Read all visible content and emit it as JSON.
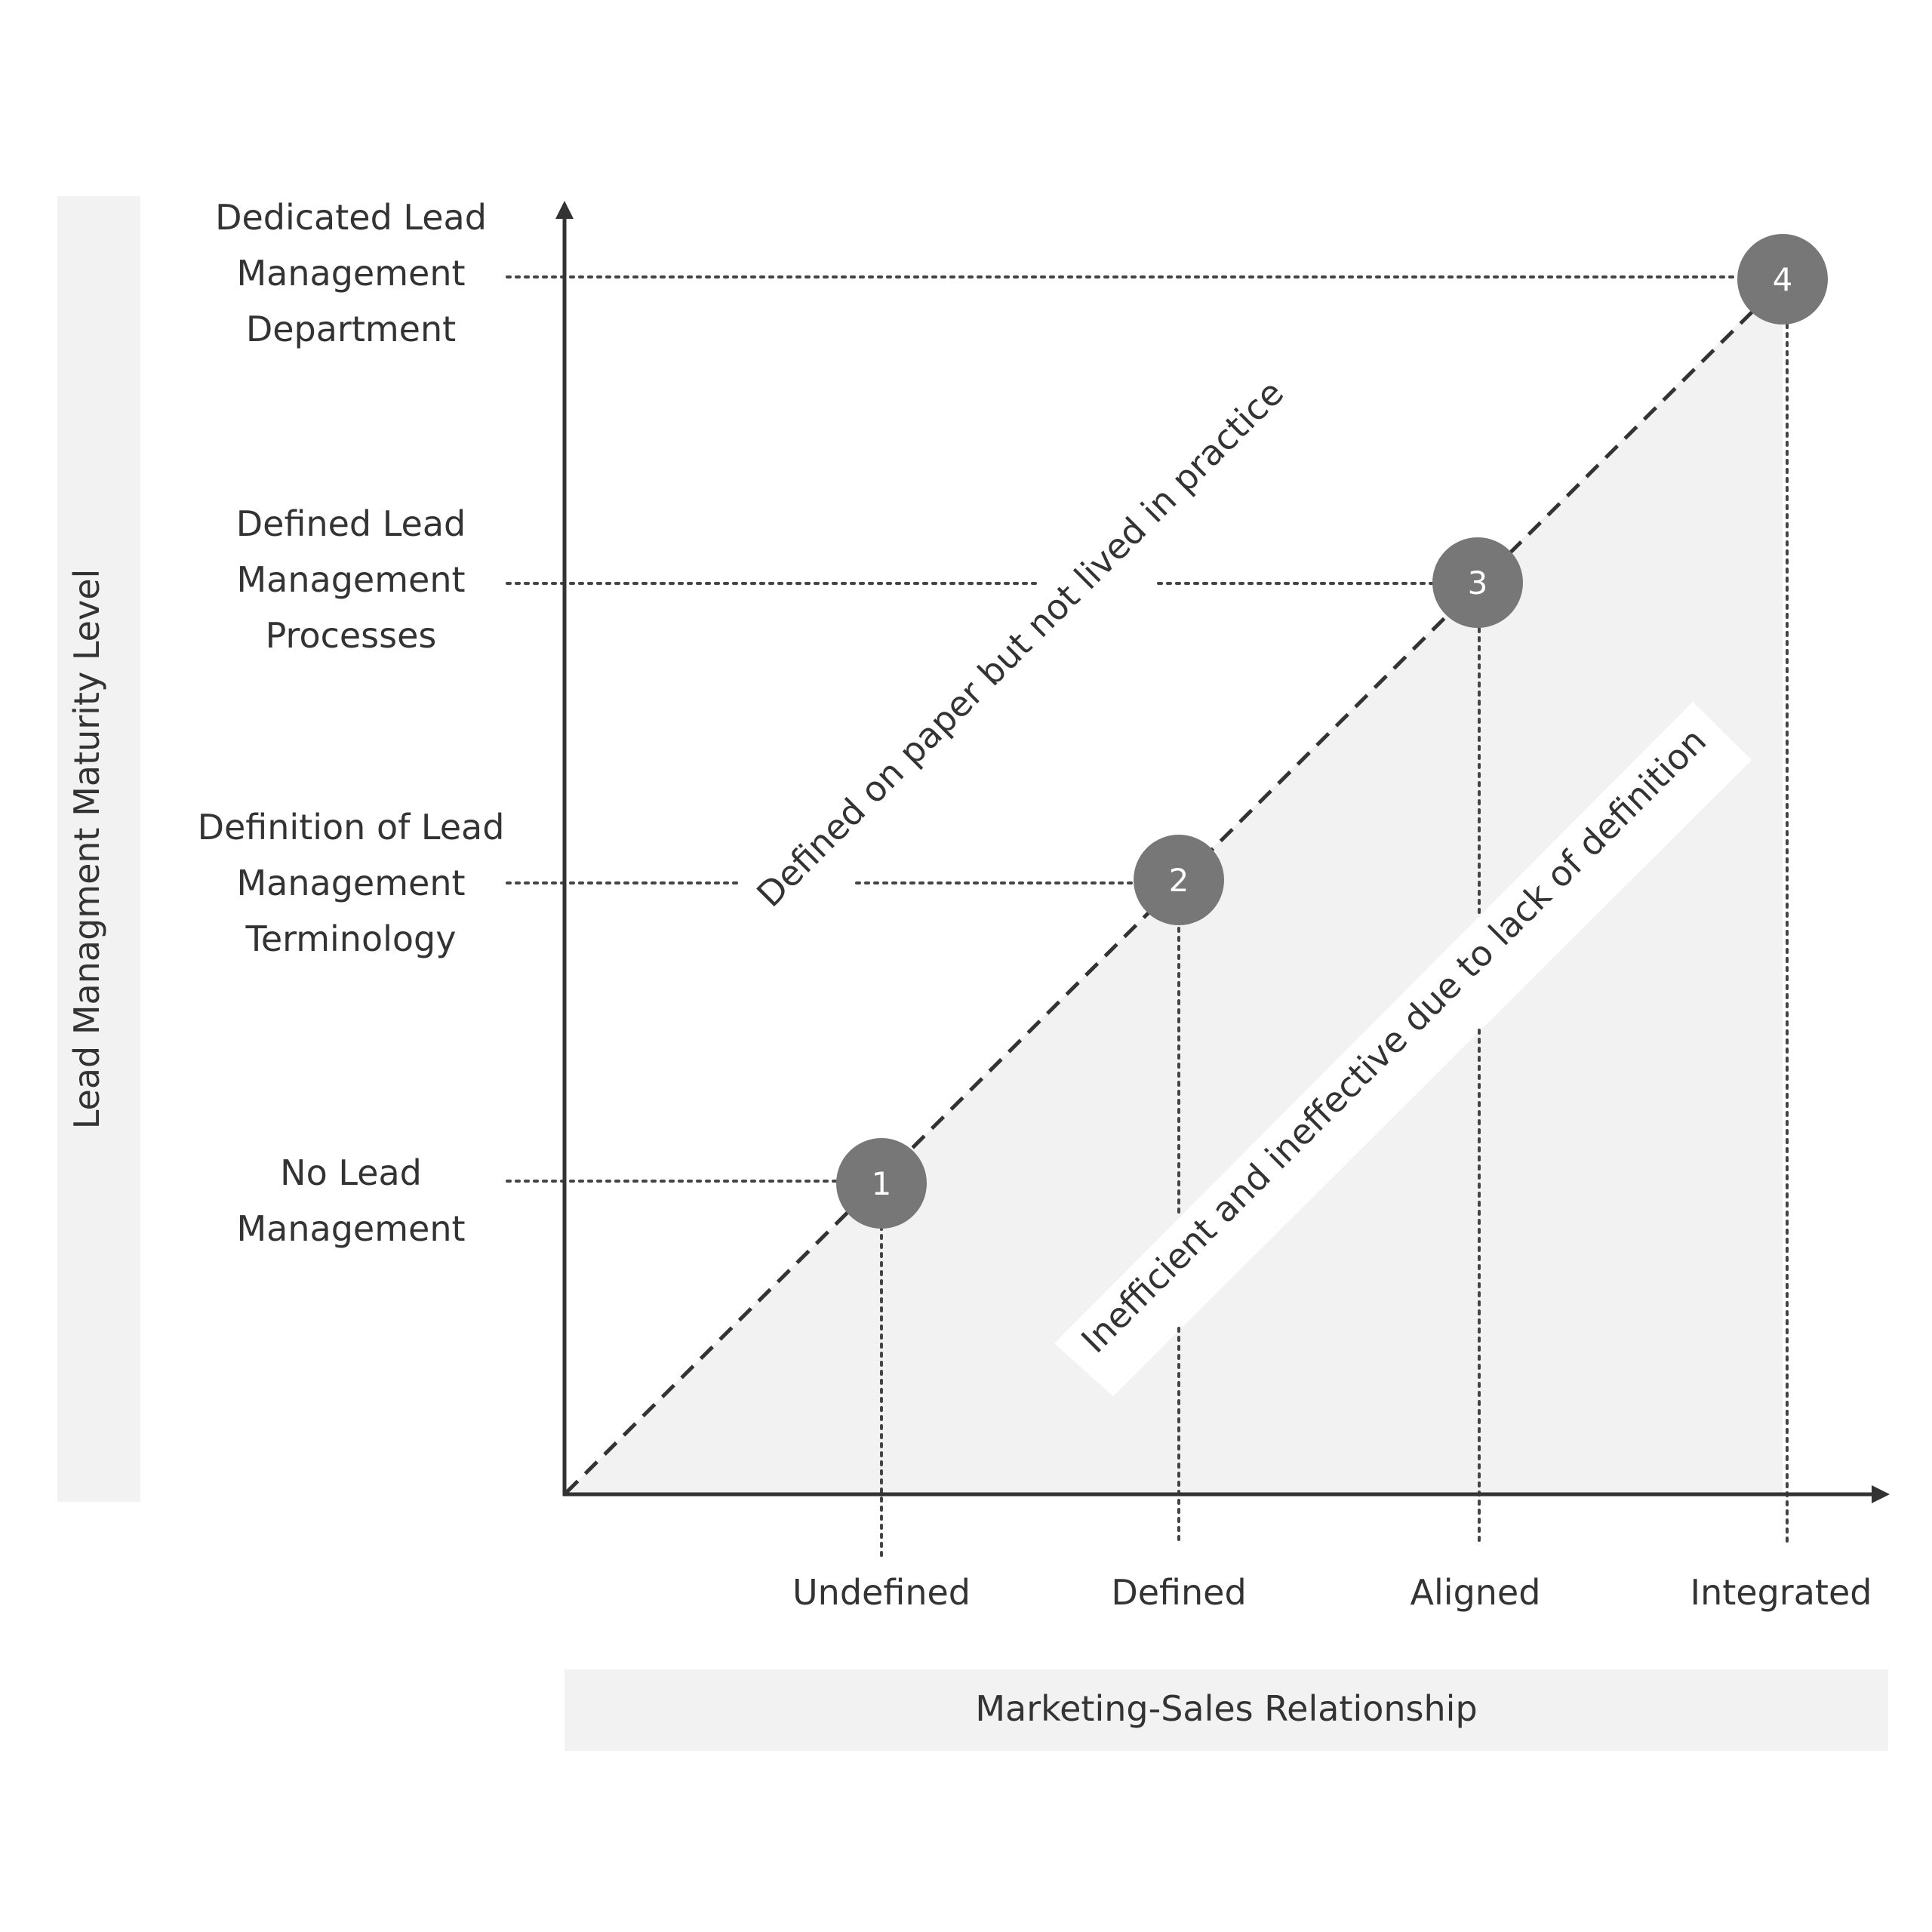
{
  "y_axis": {
    "title": "Lead Managment Maturity Level",
    "levels": [
      {
        "lines": [
          "No Lead",
          "Management"
        ]
      },
      {
        "lines": [
          "Definition of Lead",
          "Management",
          "Terminology"
        ]
      },
      {
        "lines": [
          "Defined Lead",
          "Management",
          "Processes"
        ]
      },
      {
        "lines": [
          "Dedicated Lead",
          "Management",
          "Department"
        ]
      }
    ]
  },
  "x_axis": {
    "title": "Marketing-Sales Relationship",
    "levels": [
      "Undefined",
      "Defined",
      "Aligned",
      "Integrated"
    ]
  },
  "nodes": [
    {
      "number": "1"
    },
    {
      "number": "2"
    },
    {
      "number": "3"
    },
    {
      "number": "4"
    }
  ],
  "annotations": {
    "above_diagonal": "Defined on paper but not lived in practice",
    "below_diagonal": "Inefficient and ineffective due to lack of definition"
  },
  "colors": {
    "axis": "#333333",
    "node_fill": "#777777",
    "title_band": "#f2f2f2",
    "shaded_region": "#f2f2f2"
  }
}
